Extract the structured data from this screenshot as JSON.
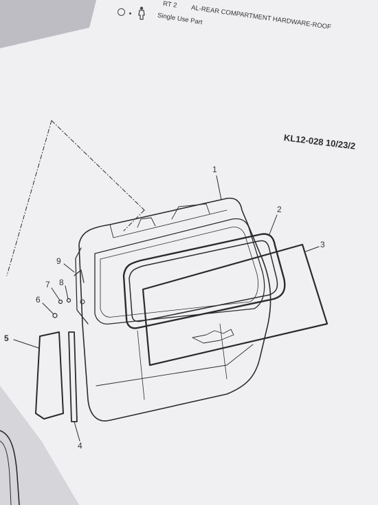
{
  "header": {
    "part_heading_fragment": "RT 2",
    "title_fragment": "AL-REAR COMPARTMENT HARDWARE-ROOF"
  },
  "legend": {
    "label": "Single Use Part",
    "symbols": [
      "circle",
      "dot",
      "person-icon"
    ]
  },
  "document": {
    "code": "KL12-028  10/23/2"
  },
  "diagram": {
    "callouts": [
      "1",
      "2",
      "3",
      "4",
      "5",
      "6",
      "7",
      "8",
      "9"
    ]
  }
}
